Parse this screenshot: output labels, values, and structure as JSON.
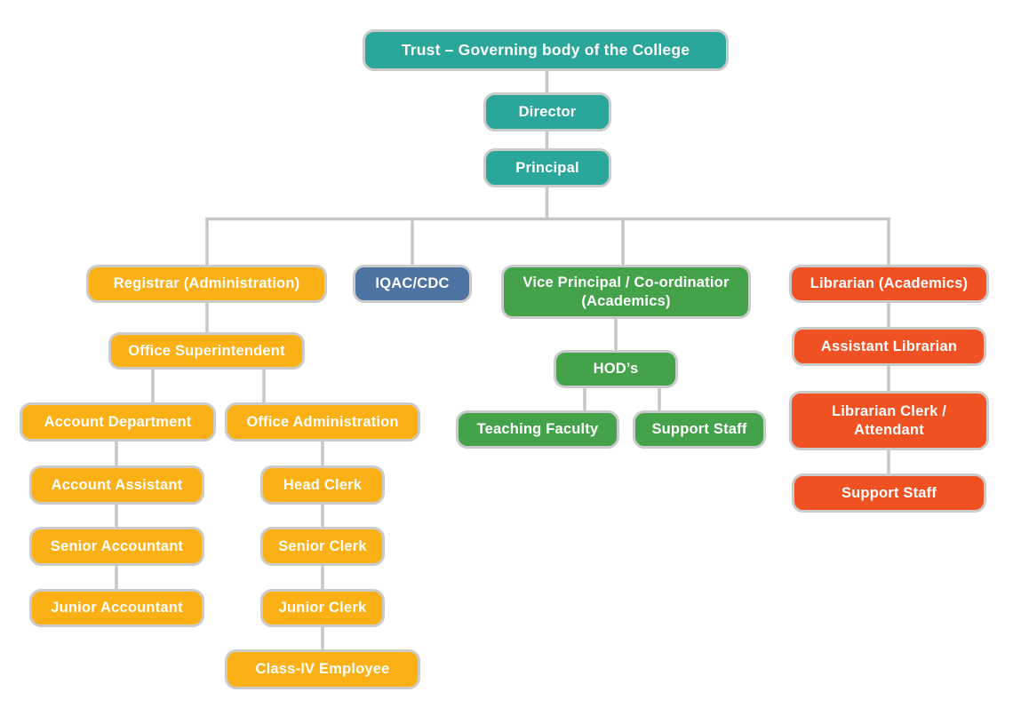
{
  "diagram": {
    "type": "org-chart",
    "title": "College organisational hierarchy",
    "colors": {
      "trust_level": "#2aa69a",
      "administration_branch": "#fbb116",
      "iqac_branch": "#4c73a2",
      "academics_branch": "#43a24a",
      "library_branch": "#f05123",
      "node_border": "#cbcbcb",
      "connector_line": "#c6c6c6",
      "text": "#ffffff",
      "background": "#ffffff"
    },
    "nodes": {
      "trust": {
        "label": "Trust – Governing body of the College",
        "branch": "trust_level"
      },
      "director": {
        "label": "Director",
        "branch": "trust_level"
      },
      "principal": {
        "label": "Principal",
        "branch": "trust_level"
      },
      "registrar": {
        "label": "Registrar (Administration)",
        "branch": "administration_branch"
      },
      "iqac": {
        "label": "IQAC/CDC",
        "branch": "iqac_branch"
      },
      "vice_principal": {
        "label": "Vice Principal / Co-ordinatior\n(Academics)",
        "branch": "academics_branch"
      },
      "librarian": {
        "label": "Librarian (Academics)",
        "branch": "library_branch"
      },
      "office_superintendent": {
        "label": "Office Superintendent",
        "branch": "administration_branch"
      },
      "account_department": {
        "label": "Account Department",
        "branch": "administration_branch"
      },
      "office_administration": {
        "label": "Office Administration",
        "branch": "administration_branch"
      },
      "account_assistant": {
        "label": "Account Assistant",
        "branch": "administration_branch"
      },
      "senior_accountant": {
        "label": "Senior Accountant",
        "branch": "administration_branch"
      },
      "junior_accountant": {
        "label": "Junior Accountant",
        "branch": "administration_branch"
      },
      "head_clerk": {
        "label": "Head Clerk",
        "branch": "administration_branch"
      },
      "senior_clerk": {
        "label": "Senior Clerk",
        "branch": "administration_branch"
      },
      "junior_clerk": {
        "label": "Junior Clerk",
        "branch": "administration_branch"
      },
      "class_iv_employee": {
        "label": "Class-IV Employee",
        "branch": "administration_branch"
      },
      "hods": {
        "label": "HOD’s",
        "branch": "academics_branch"
      },
      "teaching_faculty": {
        "label": "Teaching Faculty",
        "branch": "academics_branch"
      },
      "support_staff_academics": {
        "label": "Support Staff",
        "branch": "academics_branch"
      },
      "assistant_librarian": {
        "label": "Assistant Librarian",
        "branch": "library_branch"
      },
      "librarian_clerk": {
        "label": "Librarian Clerk /\nAttendant",
        "branch": "library_branch"
      },
      "support_staff_library": {
        "label": "Support Staff",
        "branch": "library_branch"
      }
    },
    "edges": [
      [
        "trust",
        "director"
      ],
      [
        "director",
        "principal"
      ],
      [
        "principal",
        "registrar"
      ],
      [
        "principal",
        "iqac"
      ],
      [
        "principal",
        "vice_principal"
      ],
      [
        "principal",
        "librarian"
      ],
      [
        "registrar",
        "office_superintendent"
      ],
      [
        "office_superintendent",
        "account_department"
      ],
      [
        "office_superintendent",
        "office_administration"
      ],
      [
        "account_department",
        "account_assistant"
      ],
      [
        "account_assistant",
        "senior_accountant"
      ],
      [
        "senior_accountant",
        "junior_accountant"
      ],
      [
        "office_administration",
        "head_clerk"
      ],
      [
        "head_clerk",
        "senior_clerk"
      ],
      [
        "senior_clerk",
        "junior_clerk"
      ],
      [
        "junior_clerk",
        "class_iv_employee"
      ],
      [
        "vice_principal",
        "hods"
      ],
      [
        "hods",
        "teaching_faculty"
      ],
      [
        "hods",
        "support_staff_academics"
      ],
      [
        "librarian",
        "assistant_librarian"
      ],
      [
        "assistant_librarian",
        "librarian_clerk"
      ],
      [
        "librarian_clerk",
        "support_staff_library"
      ]
    ]
  }
}
